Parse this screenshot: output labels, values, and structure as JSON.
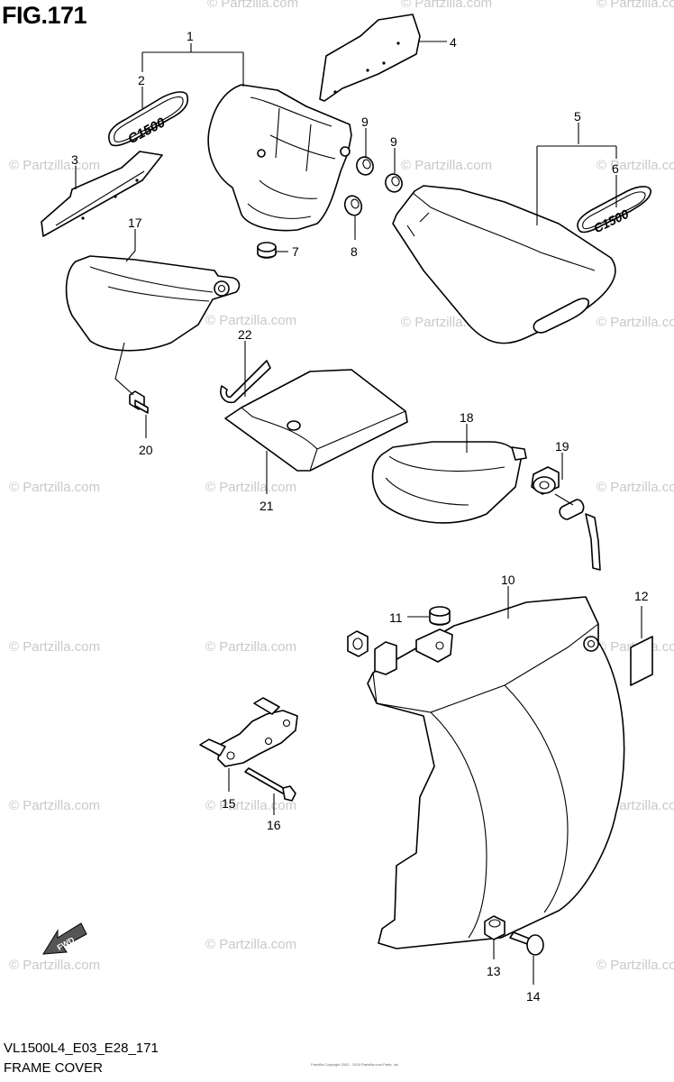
{
  "figure": {
    "title": "FIG.171",
    "model_code": "VL1500L4_E03_E28_171",
    "name": "FRAME COVER"
  },
  "watermark": "© Partzilla.com",
  "emblem_text": "C1500",
  "fwd_label": "FWD",
  "tiny_print": "Partzilla Copyright 2002 - 2024 Partzilla.com Parts, Inc.",
  "callouts": [
    "1",
    "2",
    "3",
    "4",
    "5",
    "6",
    "7",
    "8",
    "9",
    "9",
    "10",
    "11",
    "12",
    "13",
    "14",
    "15",
    "16",
    "17",
    "18",
    "19",
    "20",
    "21",
    "22"
  ],
  "colors": {
    "line": "#000000",
    "watermark": "#c9c9c9",
    "background": "#ffffff"
  }
}
